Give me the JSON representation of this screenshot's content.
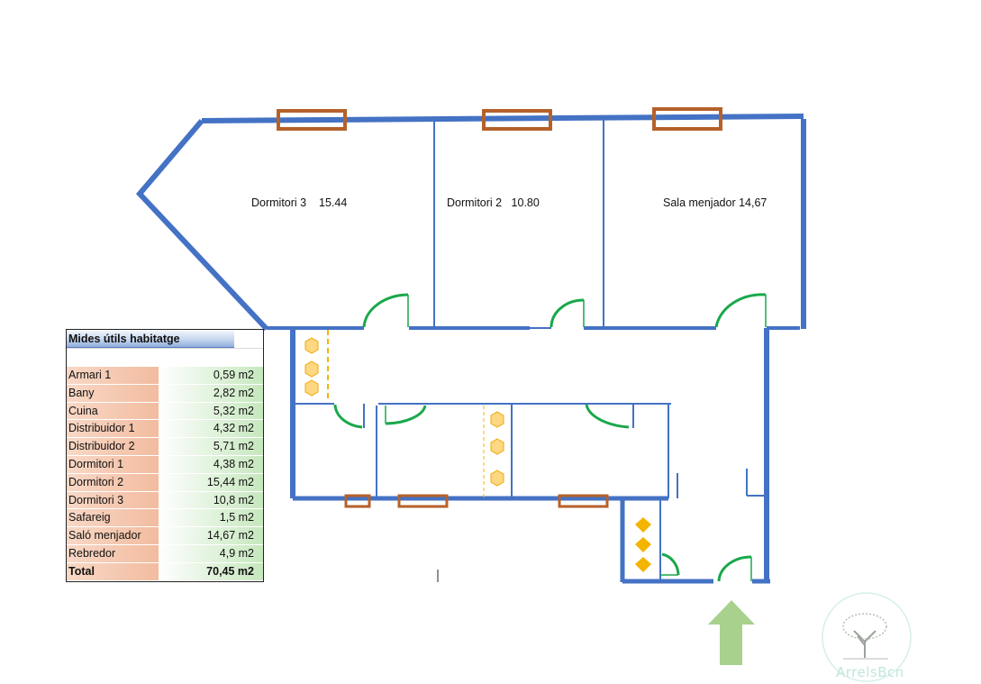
{
  "rooms": {
    "dormitori3": "Dormitori 3    15.44",
    "dormitori2": "Dormitori 2   10.80",
    "sala": "Sala menjador 14,67"
  },
  "table": {
    "title": "Mides útils habitatge",
    "rows": [
      {
        "label": "Armari 1",
        "value": "0,59 m2"
      },
      {
        "label": "Bany",
        "value": "2,82 m2"
      },
      {
        "label": "Cuina",
        "value": "5,32 m2"
      },
      {
        "label": "Distribuidor 1",
        "value": "4,32 m2"
      },
      {
        "label": "Distribuidor 2",
        "value": "5,71 m2"
      },
      {
        "label": "Dormitori 1",
        "value": "4,38 m2"
      },
      {
        "label": "Dormitori 2",
        "value": "15,44 m2"
      },
      {
        "label": "Dormitori 3",
        "value": "10,8 m2"
      },
      {
        "label": "Safareig",
        "value": "1,5 m2"
      },
      {
        "label": "Saló menjador",
        "value": "14,67 m2"
      },
      {
        "label": "Rebredor",
        "value": "4,9 m2"
      }
    ],
    "total": {
      "label": "Total",
      "value": "70,45 m2"
    }
  },
  "logo": {
    "text": "ArrelsBcn",
    "icon": "tree-icon"
  },
  "entrance": {
    "icon": "arrow-up-icon"
  },
  "colors": {
    "wall": "#4472c4",
    "window": "#b5612a",
    "door": "#19a84b",
    "closet_hex": "#fdd782",
    "diamond": "#f4b400",
    "arrow": "#a9d18e",
    "logo": "#bfe6de"
  }
}
